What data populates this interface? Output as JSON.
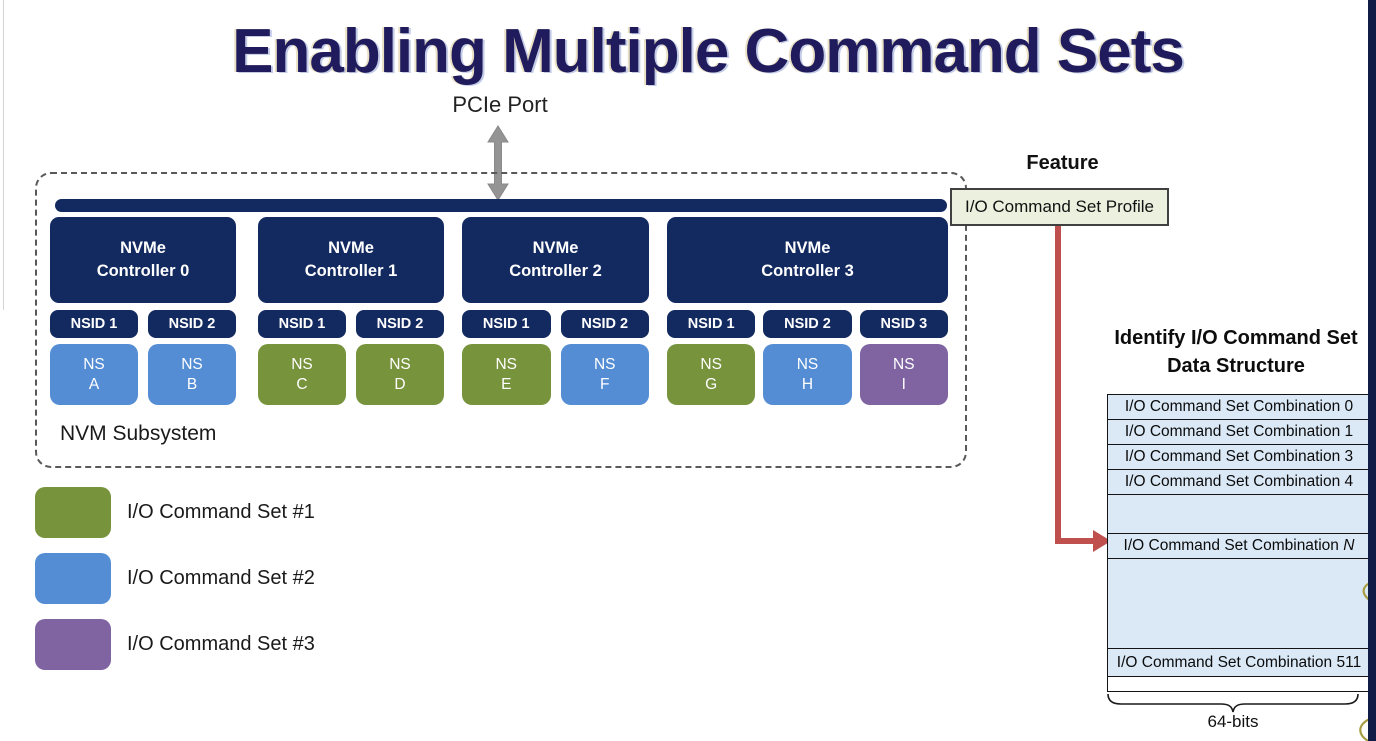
{
  "title": "Enabling Multiple Command Sets",
  "pcie": {
    "label": "PCIe Port"
  },
  "subsystem": {
    "label": "NVM Subsystem",
    "controllers": [
      {
        "line1": "NVMe",
        "line2": "Controller 0",
        "nsids": [
          "NSID 1",
          "NSID 2"
        ],
        "ns": [
          {
            "l1": "NS",
            "l2": "A",
            "color": "#548DD4"
          },
          {
            "l1": "NS",
            "l2": "B",
            "color": "#548DD4"
          }
        ]
      },
      {
        "line1": "NVMe",
        "line2": "Controller 1",
        "nsids": [
          "NSID 1",
          "NSID 2"
        ],
        "ns": [
          {
            "l1": "NS",
            "l2": "C",
            "color": "#77933C"
          },
          {
            "l1": "NS",
            "l2": "D",
            "color": "#77933C"
          }
        ]
      },
      {
        "line1": "NVMe",
        "line2": "Controller 2",
        "nsids": [
          "NSID 1",
          "NSID 2"
        ],
        "ns": [
          {
            "l1": "NS",
            "l2": "E",
            "color": "#77933C"
          },
          {
            "l1": "NS",
            "l2": "F",
            "color": "#548DD4"
          }
        ]
      },
      {
        "line1": "NVMe",
        "line2": "Controller 3",
        "nsids": [
          "NSID 1",
          "NSID 2",
          "NSID 3"
        ],
        "ns": [
          {
            "l1": "NS",
            "l2": "G",
            "color": "#77933C"
          },
          {
            "l1": "NS",
            "l2": "H",
            "color": "#548DD4"
          },
          {
            "l1": "NS",
            "l2": "I",
            "color": "#8064A2"
          }
        ]
      }
    ]
  },
  "legend": {
    "items": [
      {
        "label": "I/O Command Set #1",
        "color": "#77933C"
      },
      {
        "label": "I/O Command Set #2",
        "color": "#548DD4"
      },
      {
        "label": "I/O Command Set #3",
        "color": "#8064A2"
      }
    ]
  },
  "feature": {
    "heading": "Feature",
    "box_label": "I/O Command Set Profile"
  },
  "identify": {
    "heading_line1": "Identify I/O Command Set",
    "heading_line2": "Data Structure",
    "rows": [
      {
        "label": "I/O Command Set Combination 0",
        "suffix": ""
      },
      {
        "label": "I/O Command Set Combination 1",
        "suffix": ""
      },
      {
        "label": "I/O Command Set Combination 3",
        "suffix": ""
      },
      {
        "label": "I/O Command Set Combination 4",
        "suffix": ""
      },
      {
        "label": "",
        "suffix": ""
      },
      {
        "label": "I/O Command Set Combination ",
        "suffix": "N"
      },
      {
        "label": "",
        "suffix": ""
      },
      {
        "label": "I/O Command Set Combination 511",
        "suffix": ""
      },
      {
        "label": "",
        "suffix": ""
      }
    ],
    "width_label": "64-bits"
  },
  "colors": {
    "navy": "#132A60",
    "title_navy": "#1F1B5C",
    "green": "#77933C",
    "blue": "#548DD4",
    "purple": "#8064A2",
    "red": "#C0504D",
    "profile_bg": "#EBF1DE",
    "profile_border": "#404040",
    "table_row_bg": "#DBE9F7",
    "gray_arrow": "#949494",
    "edge_strip": "#101C45"
  }
}
